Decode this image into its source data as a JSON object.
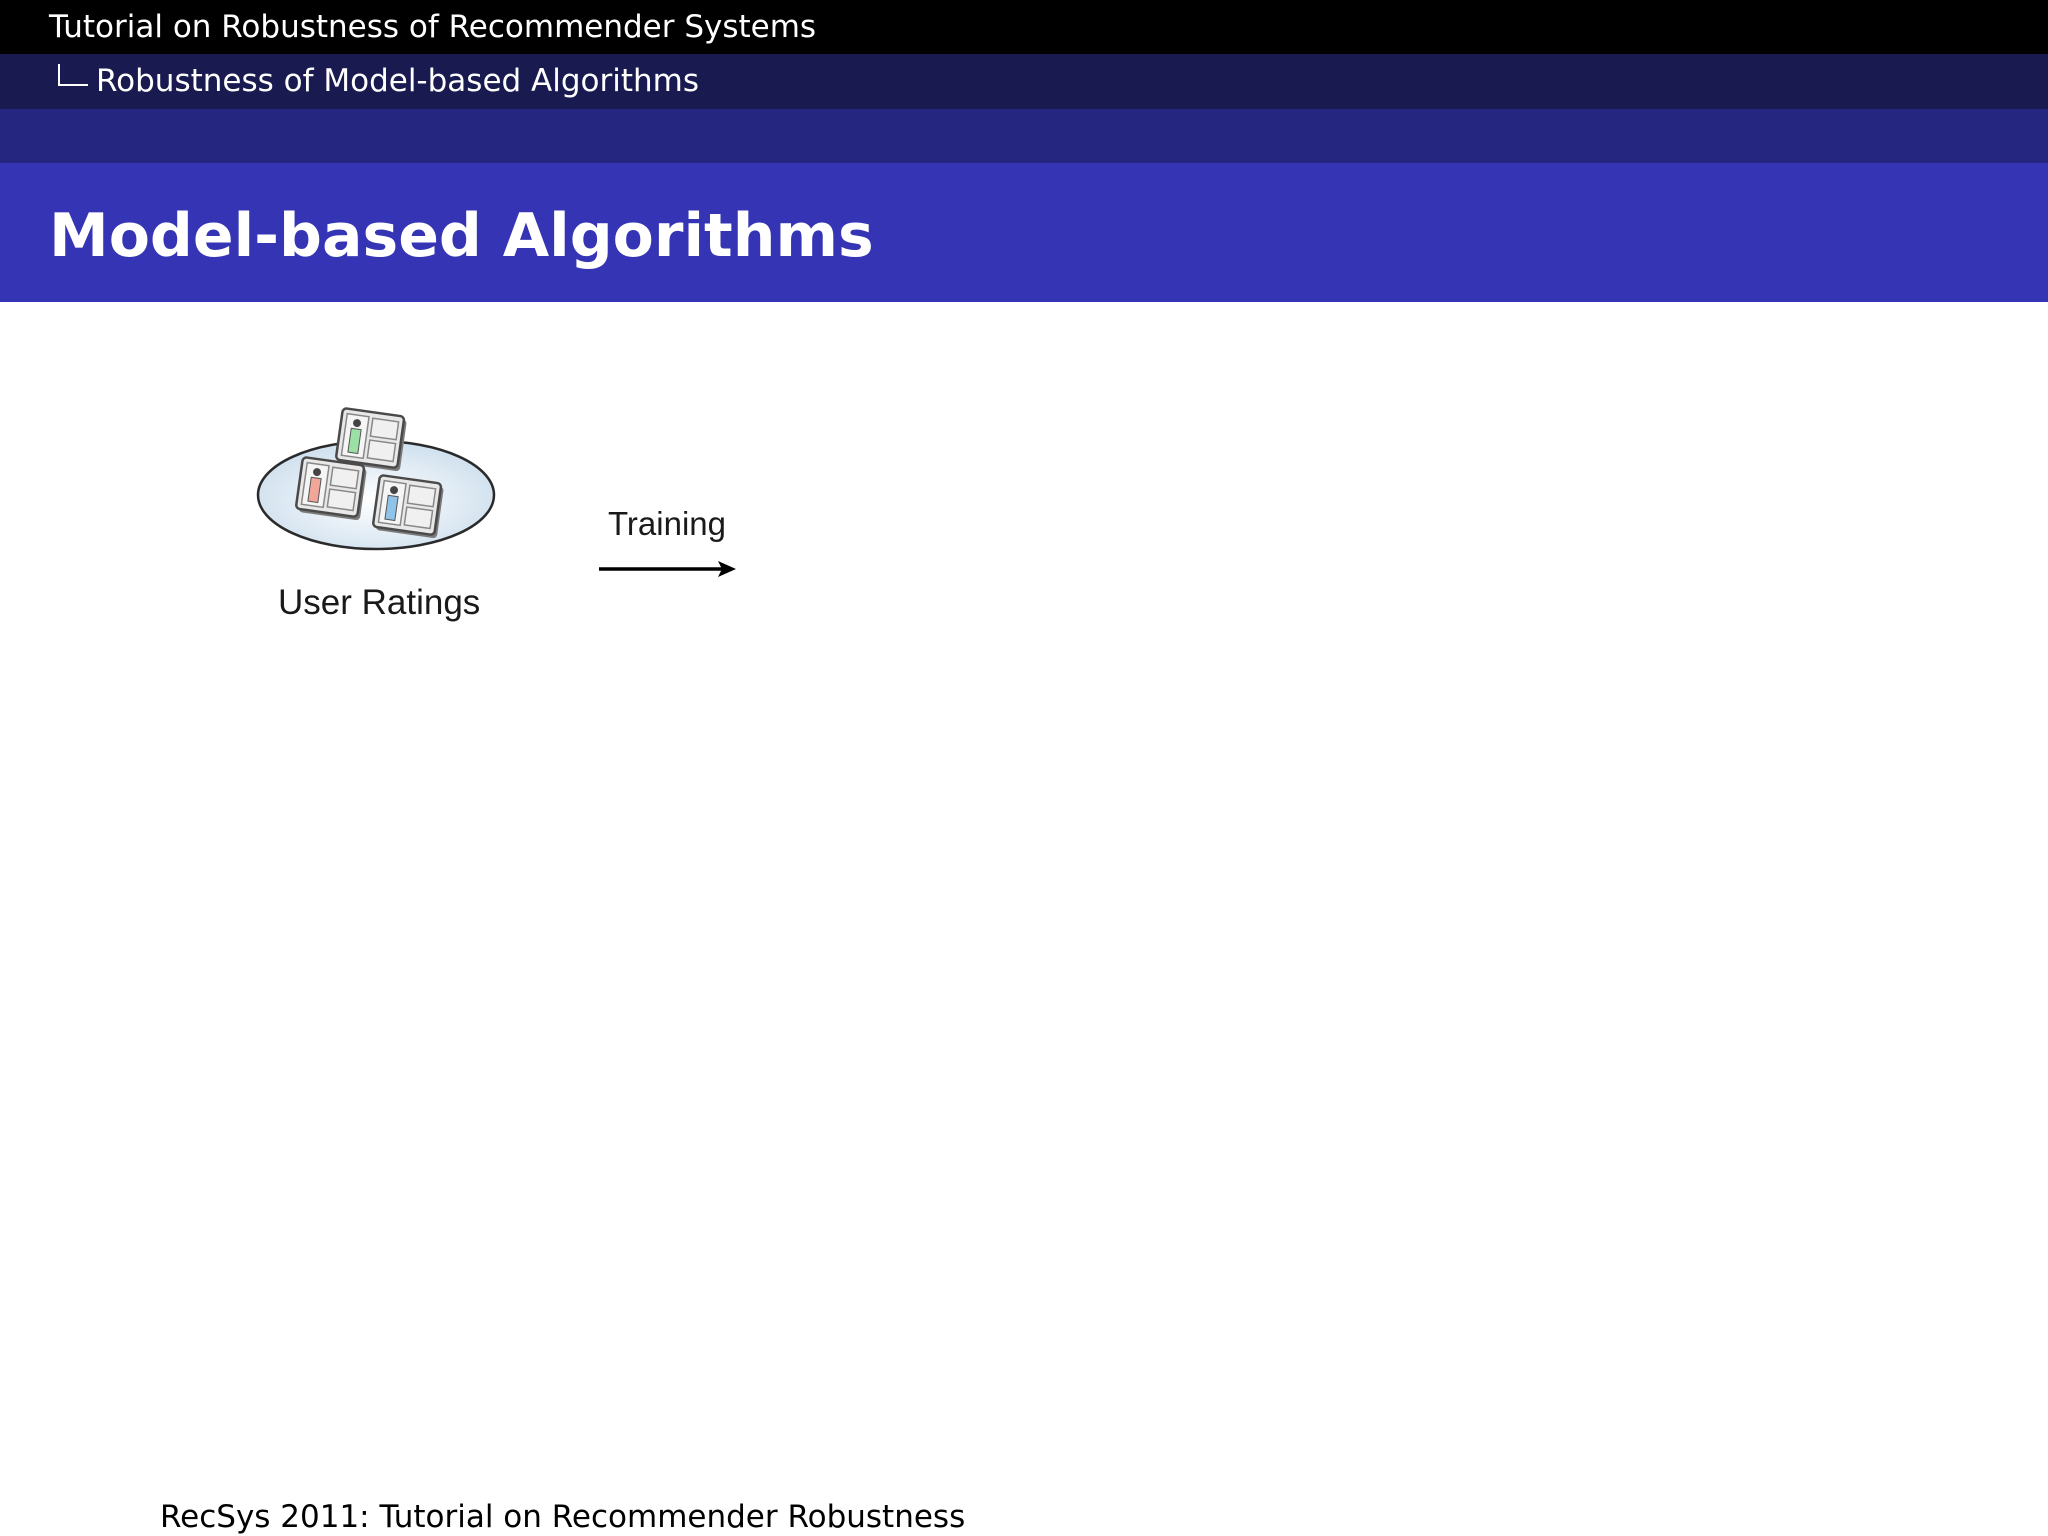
{
  "header": {
    "title": "Tutorial on Robustness of Recommender Systems",
    "subtitle": "Robustness of Model-based Algorithms"
  },
  "frame": {
    "title": "Model-based Algorithms"
  },
  "figure": {
    "ratings_label": "User Ratings",
    "training_label": "Training"
  },
  "footer": {
    "text": "RecSys 2011: Tutorial on Recommender Robustness"
  },
  "colors": {
    "headline_top": "#000000",
    "headline_mid": "#181a50",
    "headline_low": "#242680",
    "frametitle_bg": "#3434b4",
    "user_green": "#9be0a4",
    "user_red": "#f0a79a",
    "user_blue": "#8fc3e8"
  }
}
